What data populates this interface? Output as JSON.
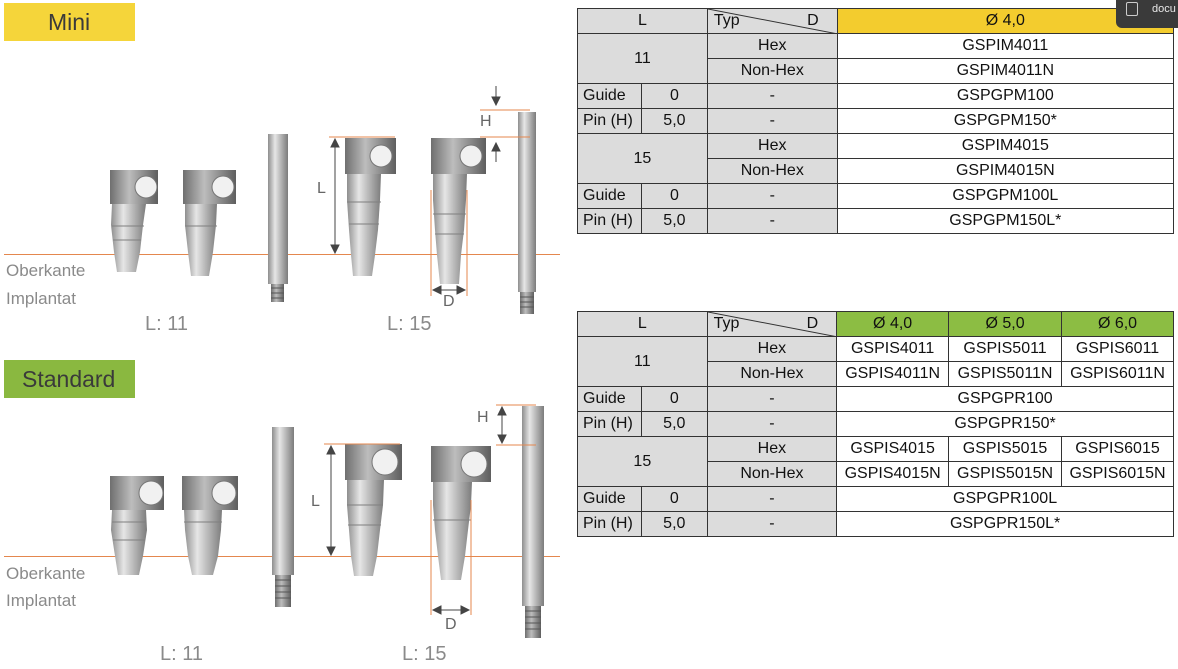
{
  "mini": {
    "label": "Mini",
    "oberkante": "Oberkante",
    "implantat": "Implantat",
    "len_11": "L: 11",
    "len_15": "L: 15",
    "dim_L": "L",
    "dim_H": "H",
    "dim_D": "D"
  },
  "standard": {
    "label": "Standard",
    "oberkante": "Oberkante",
    "implantat": "Implantat",
    "len_11": "L: 11",
    "len_15": "L: 15",
    "dim_L": "L",
    "dim_H": "H",
    "dim_D": "D"
  },
  "corner_tab": {
    "text": "docu"
  },
  "table_mini": {
    "head_L": "L",
    "head_typ": "Typ",
    "head_D": "D",
    "diameters": [
      "Ø 4,0"
    ],
    "rows": [
      {
        "len": "11",
        "type": "Hex",
        "codes": [
          "GSPIM4011"
        ]
      },
      {
        "type": "Non-Hex",
        "codes": [
          "GSPIM4011N"
        ]
      },
      {
        "a": "Guide",
        "b": "0",
        "type": "-",
        "codes": [
          "GSPGPM100"
        ]
      },
      {
        "a": "Pin (H)",
        "b": "5,0",
        "type": "-",
        "codes": [
          "GSPGPM150*"
        ]
      },
      {
        "len": "15",
        "type": "Hex",
        "codes": [
          "GSPIM4015"
        ]
      },
      {
        "type": "Non-Hex",
        "codes": [
          "GSPIM4015N"
        ]
      },
      {
        "a": "Guide",
        "b": "0",
        "type": "-",
        "codes": [
          "GSPGPM100L"
        ]
      },
      {
        "a": "Pin (H)",
        "b": "5,0",
        "type": "-",
        "codes": [
          "GSPGPM150L*"
        ]
      }
    ]
  },
  "table_std": {
    "head_L": "L",
    "head_typ": "Typ",
    "head_D": "D",
    "diameters": [
      "Ø 4,0",
      "Ø 5,0",
      "Ø 6,0"
    ],
    "rows": [
      {
        "len": "11",
        "type": "Hex",
        "codes": [
          "GSPIS4011",
          "GSPIS5011",
          "GSPIS6011"
        ]
      },
      {
        "type": "Non-Hex",
        "codes": [
          "GSPIS4011N",
          "GSPIS5011N",
          "GSPIS6011N"
        ]
      },
      {
        "a": "Guide",
        "b": "0",
        "type": "-",
        "codes": [
          "GSPGPR100"
        ]
      },
      {
        "a": "Pin (H)",
        "b": "5,0",
        "type": "-",
        "codes": [
          "GSPGPR150*"
        ]
      },
      {
        "len": "15",
        "type": "Hex",
        "codes": [
          "GSPIS4015",
          "GSPIS5015",
          "GSPIS6015"
        ]
      },
      {
        "type": "Non-Hex",
        "codes": [
          "GSPIS4015N",
          "GSPIS5015N",
          "GSPIS6015N"
        ]
      },
      {
        "a": "Guide",
        "b": "0",
        "type": "-",
        "codes": [
          "GSPGPR100L"
        ]
      },
      {
        "a": "Pin (H)",
        "b": "5,0",
        "type": "-",
        "codes": [
          "GSPGPR150L*"
        ]
      }
    ]
  },
  "colors": {
    "mini_accent": "#f5d53a",
    "standard_accent": "#8ab840",
    "implant_line": "#e4874e",
    "header_gray": "#dcdcdc"
  }
}
